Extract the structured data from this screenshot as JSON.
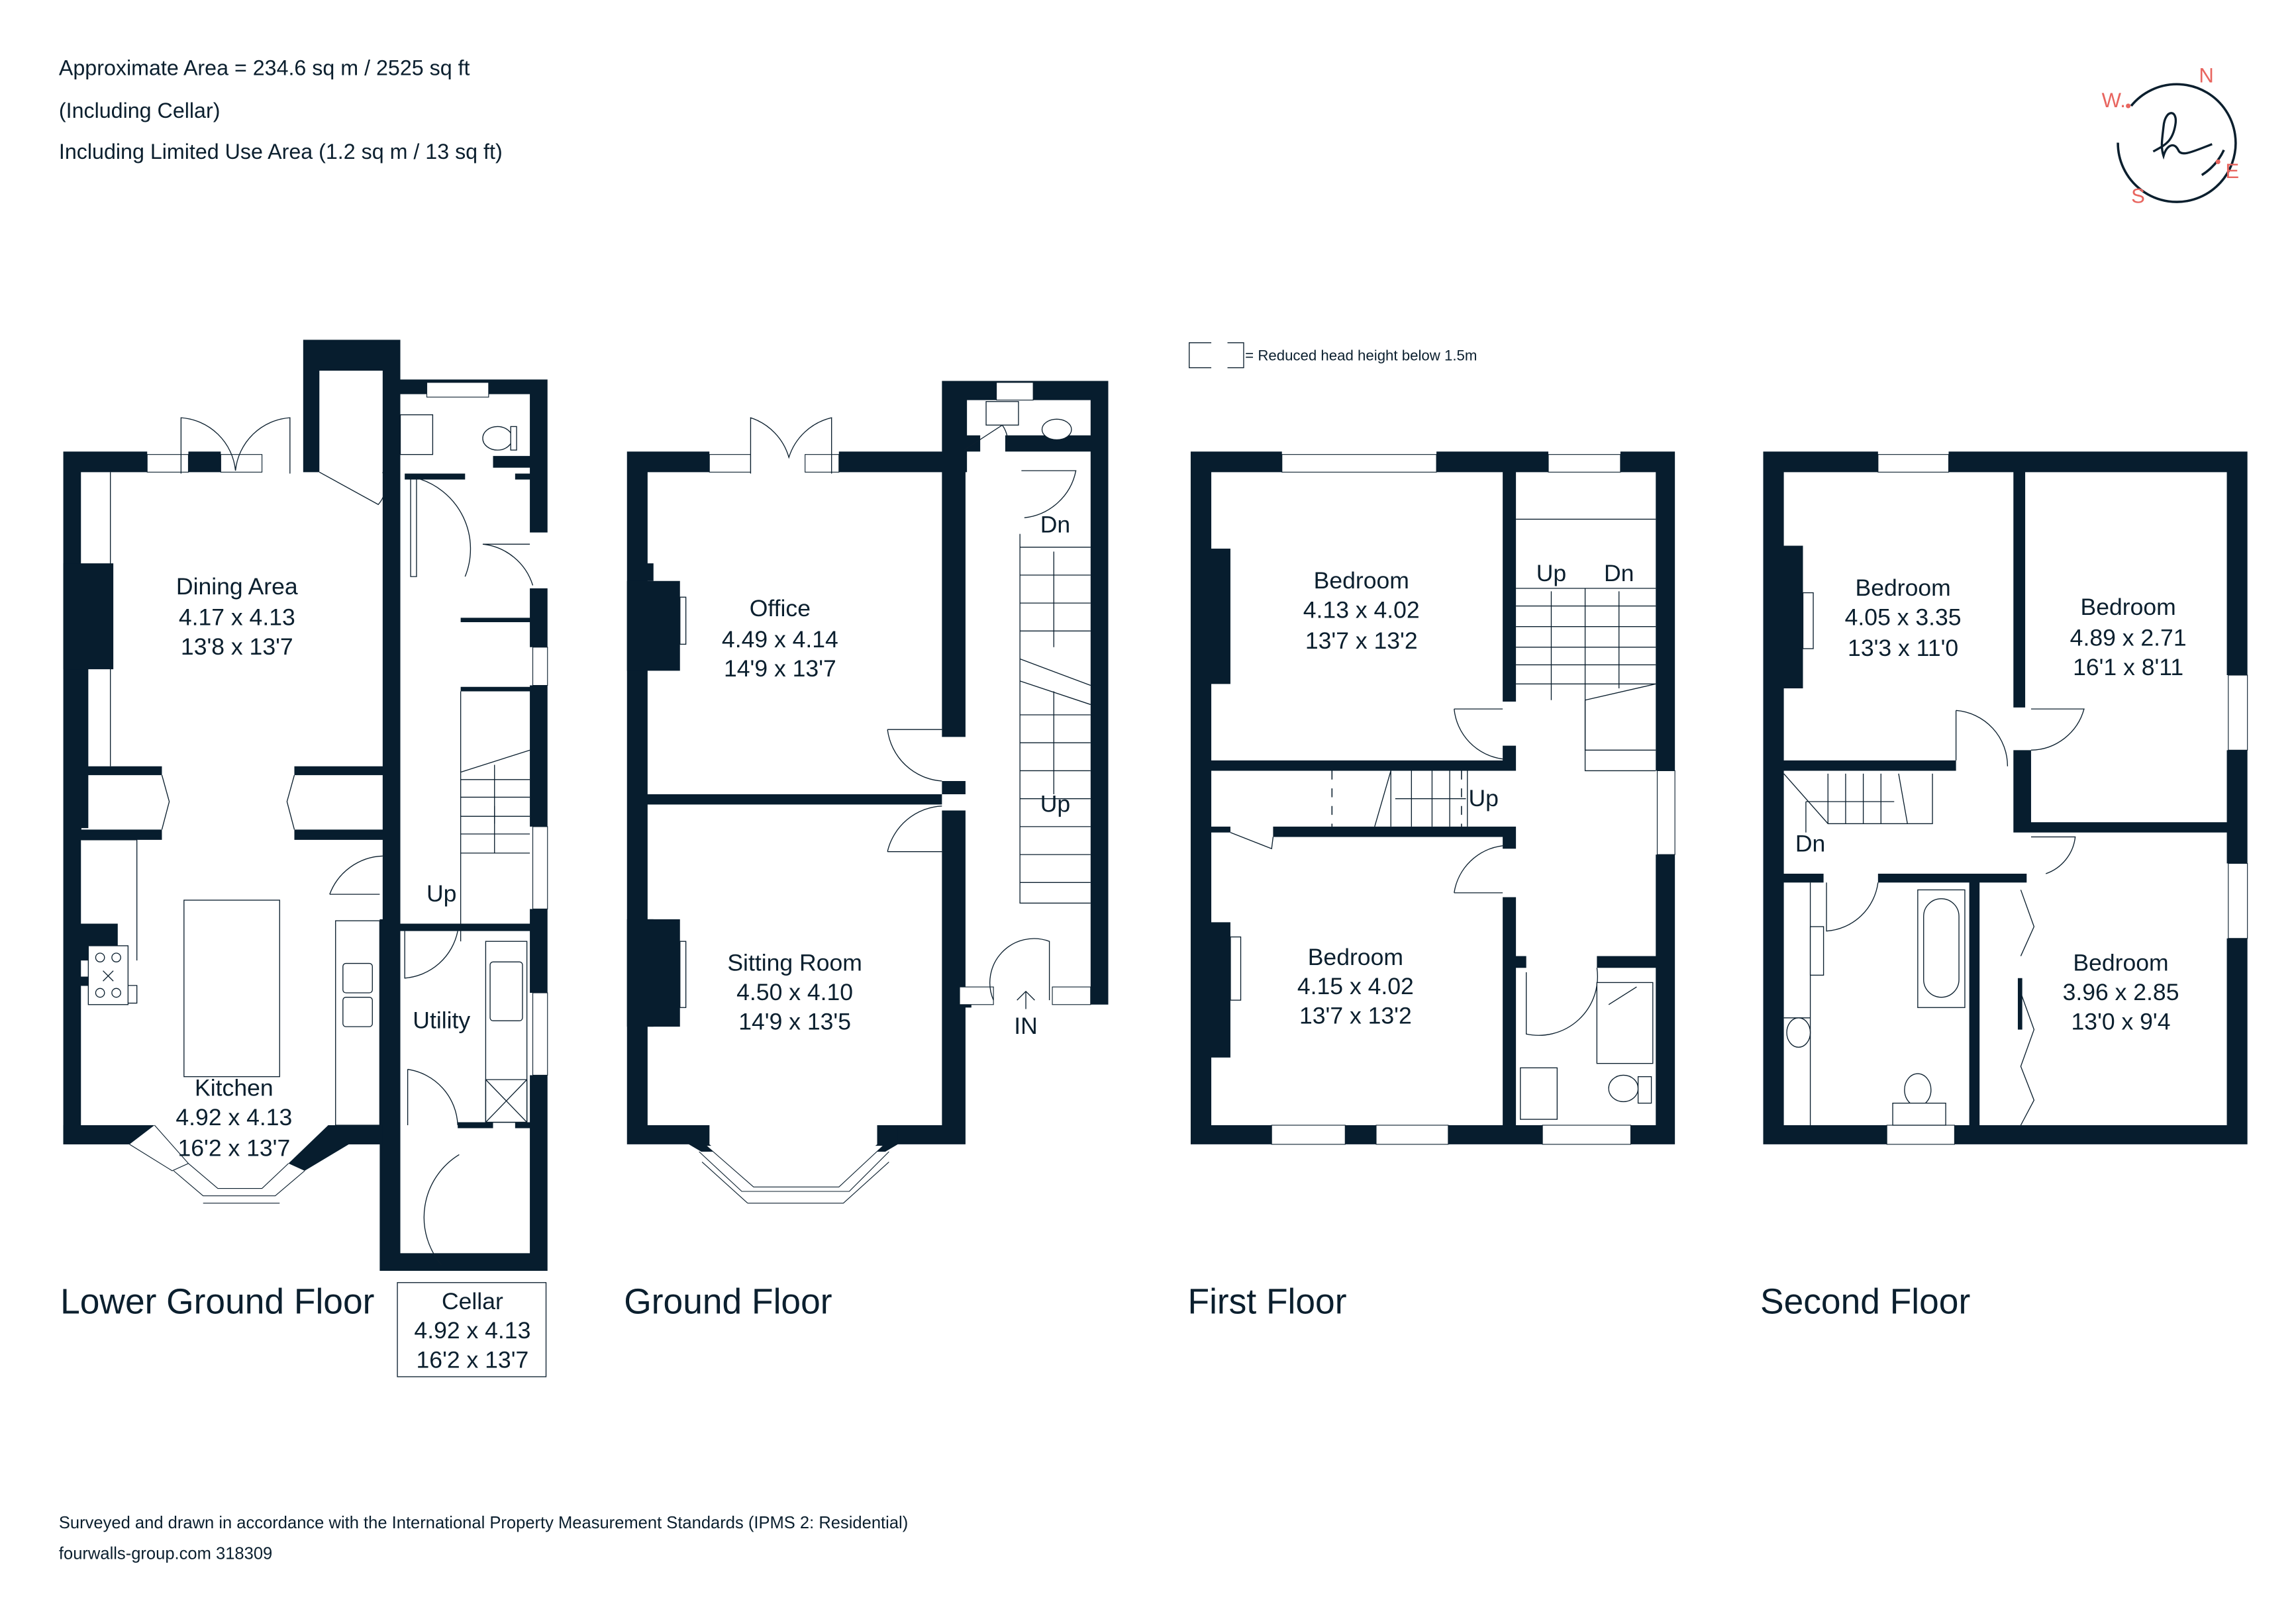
{
  "header": {
    "area_line": "Approximate Area = 234.6 sq m / 2525 sq ft",
    "cellar_note": "(Including Cellar)",
    "limited_use_note": "Including Limited Use Area (1.2 sq m / 13 sq ft)"
  },
  "legend": {
    "reduced_head_height": "= Reduced head height below 1.5m"
  },
  "compass": {
    "north": "N",
    "south": "S",
    "east": "E",
    "west": "W.",
    "logo_glyph": "h",
    "accent_color": "#e8655f",
    "wall_color": "#071d2e"
  },
  "floors": {
    "lower_ground": {
      "title": "Lower Ground Floor",
      "rooms": {
        "dining": {
          "name": "Dining Area",
          "metric": "4.17 x 4.13",
          "imperial": "13'8 x 13'7"
        },
        "kitchen": {
          "name": "Kitchen",
          "metric": "4.92 x 4.13",
          "imperial": "16'2 x 13'7"
        },
        "utility": {
          "name": "Utility"
        },
        "cellar": {
          "name": "Cellar",
          "metric": "4.92 x 4.13",
          "imperial": "16'2 x 13'7"
        }
      },
      "stairs_label": "Up"
    },
    "ground": {
      "title": "Ground Floor",
      "rooms": {
        "office": {
          "name": "Office",
          "metric": "4.49 x 4.14",
          "imperial": "14'9 x 13'7"
        },
        "sitting": {
          "name": "Sitting Room",
          "metric": "4.50 x 4.10",
          "imperial": "14'9 x 13'5"
        }
      },
      "stairs_down": "Dn",
      "stairs_up": "Up",
      "entrance": "IN"
    },
    "first": {
      "title": "First Floor",
      "rooms": {
        "bedroom1": {
          "name": "Bedroom",
          "metric": "4.13 x 4.02",
          "imperial": "13'7 x 13'2"
        },
        "bedroom2": {
          "name": "Bedroom",
          "metric": "4.15 x 4.02",
          "imperial": "13'7 x 13'2"
        }
      },
      "stairs_up": "Up",
      "stairs_down": "Dn",
      "stairs_up2": "Up"
    },
    "second": {
      "title": "Second Floor",
      "rooms": {
        "bedroom1": {
          "name": "Bedroom",
          "metric": "4.05 x 3.35",
          "imperial": "13'3 x 11'0"
        },
        "bedroom2": {
          "name": "Bedroom",
          "metric": "4.89 x 2.71",
          "imperial": "16'1 x 8'11"
        },
        "bedroom3": {
          "name": "Bedroom",
          "metric": "3.96 x 2.85",
          "imperial": "13'0 x 9'4"
        }
      },
      "stairs_down": "Dn"
    }
  },
  "footer": {
    "standards_note": "Surveyed and drawn in accordance with the International Property Measurement Standards (IPMS 2: Residential)",
    "reference": "fourwalls-group.com 318309"
  }
}
